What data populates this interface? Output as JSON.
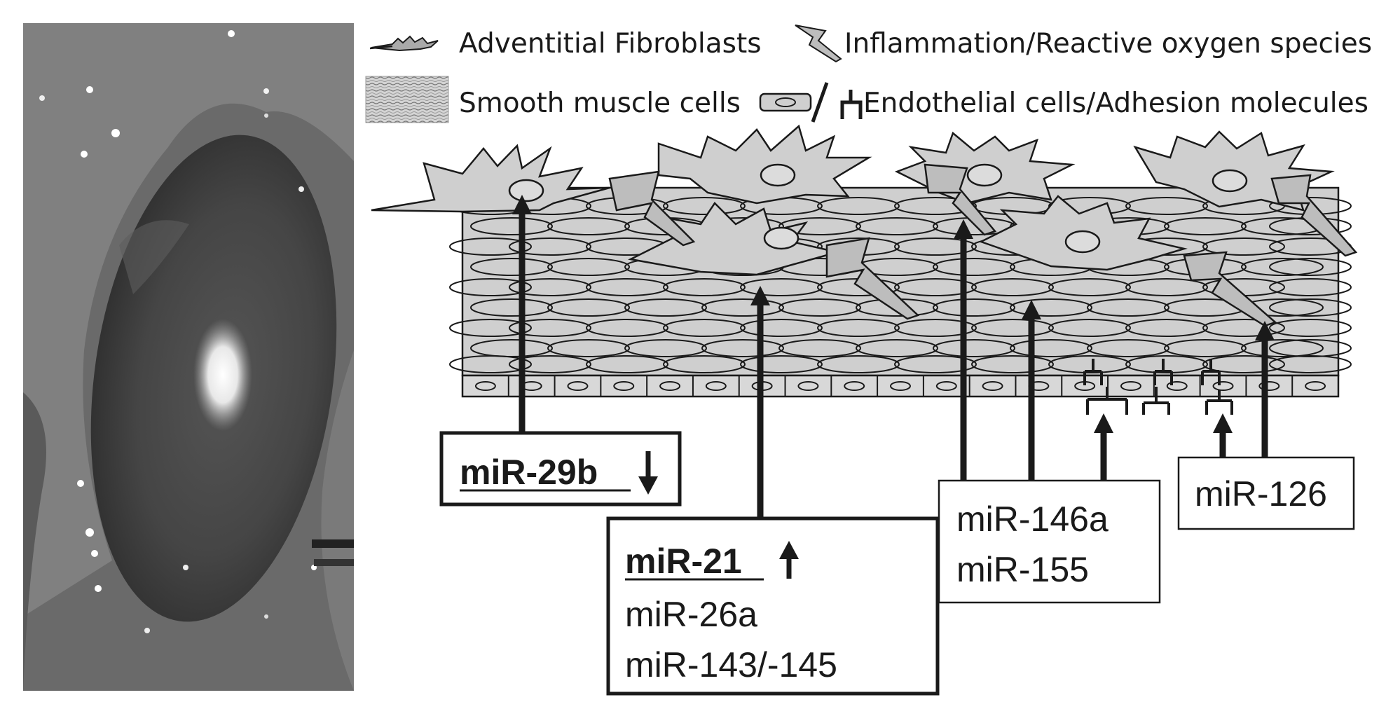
{
  "legend": {
    "fibroblasts_label": "Adventitial Fibroblasts",
    "inflammation_label": "Inflammation/Reactive oxygen species",
    "smooth_muscle_label": "Smooth muscle cells",
    "endothelial_label": "Endothelial cells/Adhesion molecules"
  },
  "boxes": {
    "mir29b": {
      "label": "miR-29b",
      "trend": "down"
    },
    "mir21": {
      "label": "miR-21",
      "trend": "up",
      "others": [
        "miR-26a",
        "miR-143/-145"
      ]
    },
    "mir146": {
      "lines": [
        "miR-146a",
        "miR-155"
      ]
    },
    "mir126": {
      "label": "miR-126"
    }
  },
  "colors": {
    "cell_fill": "#cfcfcf",
    "stroke": "#1a1a1a",
    "photo_dark": "#3b3b3b",
    "photo_mid": "#6a6a6a"
  },
  "icons": [
    "fibroblast-icon",
    "lightning-icon",
    "smooth-muscle-icon",
    "endothelial-cell-icon",
    "adhesion-molecule-icon",
    "down-arrow-icon",
    "up-arrow-icon"
  ]
}
